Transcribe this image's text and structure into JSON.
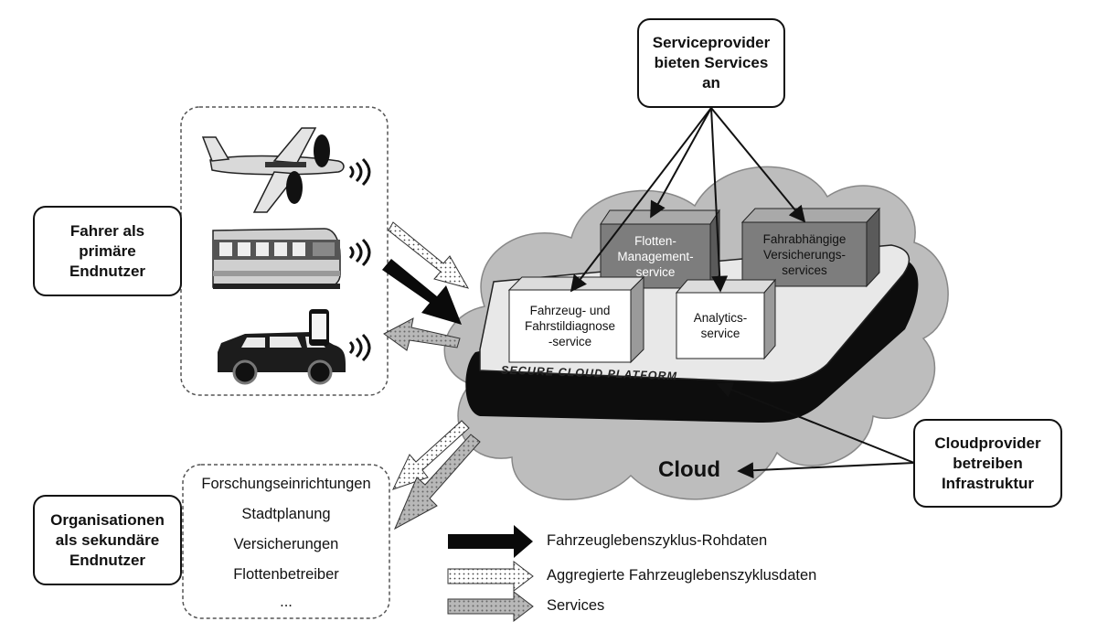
{
  "callouts": {
    "primary_users": "Fahrer als\nprimäre\nEndnutzer",
    "secondary_users": "Organisationen\nals sekundäre\nEndnutzer",
    "service_providers": "Serviceprovider\nbieten Services\nan",
    "cloud_providers": "Cloudprovider\nbetreiben\nInfrastruktur"
  },
  "services": {
    "fleet": "Flotten-\nManagement-\nservice",
    "insurance": "Fahrabhängige\nVersicherungs-\nservices",
    "diagnosis": "Fahrzeug-  und\nFahrstildiagnose\n-service",
    "analytics": "Analytics-\nservice"
  },
  "platform_label": "SECURE CLOUD PLATFORM",
  "cloud_label": "Cloud",
  "secondary_list": [
    "Forschungseinrichtungen",
    "Stadtplanung",
    "Versicherungen",
    "Flottenbetreiber",
    "..."
  ],
  "legend": [
    {
      "style": "solid-black",
      "label": "Fahrzeuglebenszyklus-Rohdaten"
    },
    {
      "style": "dotted-white",
      "label": "Aggregierte Fahrzeuglebenszyklusdaten"
    },
    {
      "style": "dotted-gray",
      "label": "Services"
    }
  ],
  "vehicles": [
    "airplane-icon",
    "train-icon",
    "car-icon",
    "smartphone-icon",
    "wireless-signal-icon"
  ],
  "colors": {
    "cloud": "#b9b9b9",
    "dark_box": "#7d7d7d",
    "light_box": "#ffffff",
    "platform": "#101010"
  }
}
